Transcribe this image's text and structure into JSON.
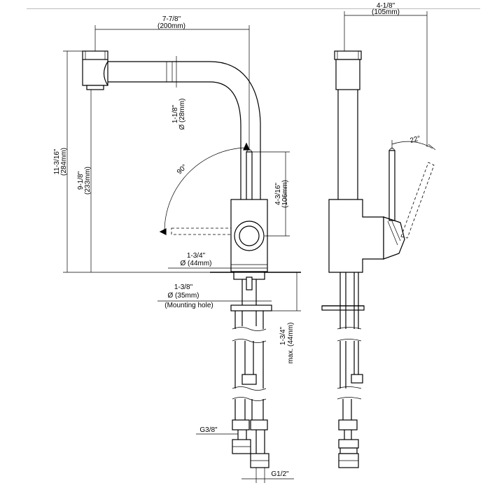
{
  "dimensions": {
    "overall_width_in": "7-7/8\"",
    "overall_width_mm": "(200mm)",
    "side_width_in": "4-1/8\"",
    "side_width_mm": "(105mm)",
    "spout_dia_in": "1-1/8\"",
    "spout_dia_mm": "Ø (28mm)",
    "total_height_in": "11-3/16\"",
    "total_height_mm": "(284mm)",
    "spout_height_in": "9-1/8\"",
    "spout_height_mm": "(233mm)",
    "angle_front": "90°",
    "handle_height_in": "4-3/16\"",
    "handle_height_mm": "(106mm)",
    "base_dia_in": "1-3/4\"",
    "base_dia_mm": "Ø (44mm)",
    "mount_dia_in": "1-3/8\"",
    "mount_dia_mm": "Ø (35mm)",
    "mount_label": "(Mounting hole)",
    "counter_max_in": "1-3/4\"",
    "counter_max_mm": "max. (44mm)",
    "angle_side": "22°",
    "thread_small": "G3/8\"",
    "thread_large": "G1/2\""
  }
}
